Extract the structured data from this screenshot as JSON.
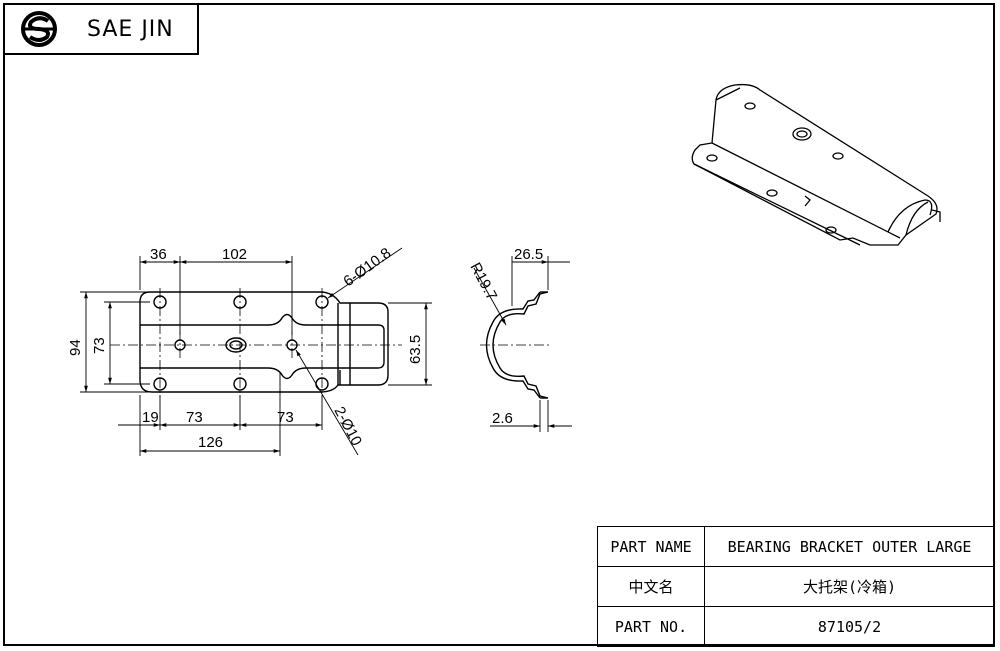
{
  "header": {
    "brand": "SAE JIN",
    "logo_icon": "sae-jin-logo-icon"
  },
  "drawing": {
    "top_view": {
      "dims": {
        "d36": "36",
        "d102": "102",
        "holes6": "6-Ø10.8",
        "d94": "94",
        "d73_v": "73",
        "d63_5": "63.5",
        "d19": "19",
        "d73_a": "73",
        "d73_b": "73",
        "d126": "126",
        "holes2": "2-Ø10"
      }
    },
    "side_view": {
      "dims": {
        "r19_7": "R19.7",
        "d26_5": "26.5",
        "d2_6": "2.6"
      }
    }
  },
  "title_block": {
    "rows": [
      {
        "label": "PART NAME",
        "value": "BEARING BRACKET OUTER LARGE"
      },
      {
        "label": "中文名",
        "value": "大托架(冷箱)"
      },
      {
        "label": "PART NO.",
        "value": "87105/2"
      }
    ]
  }
}
